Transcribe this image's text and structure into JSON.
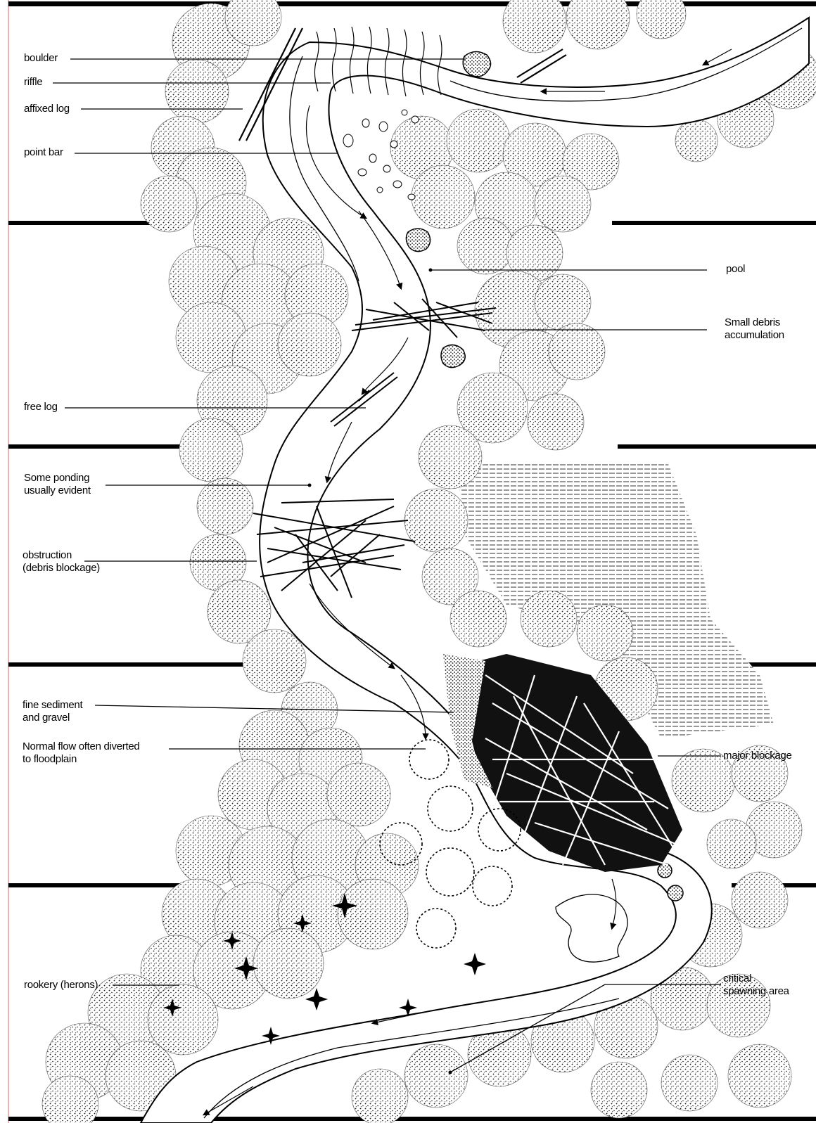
{
  "diagram": {
    "colors": {
      "ink": "#000000",
      "paper": "#ffffff",
      "foliage_stipple": "#1a1a1a",
      "margin_rule": "#e06060"
    },
    "labels": [
      {
        "id": "boulder",
        "text": "boulder"
      },
      {
        "id": "riffle",
        "text": "riffle"
      },
      {
        "id": "affixed-log",
        "text": "affixed log"
      },
      {
        "id": "point-bar",
        "text": "point bar"
      },
      {
        "id": "pool",
        "text": "pool"
      },
      {
        "id": "small-debris",
        "text": "Small debris\naccumulation"
      },
      {
        "id": "free-log",
        "text": "free log"
      },
      {
        "id": "ponding",
        "text": "Some ponding\nusually evident"
      },
      {
        "id": "obstruction",
        "text": "obstruction\n(debris blockage)"
      },
      {
        "id": "fine-sediment",
        "text": "fine sediment\nand gravel"
      },
      {
        "id": "normal-flow",
        "text": "Normal flow often diverted\nto floodplain"
      },
      {
        "id": "major-blockage",
        "text": "major blockage"
      },
      {
        "id": "rookery",
        "text": "rookery (herons)"
      },
      {
        "id": "spawning",
        "text": "critical\nspawning area"
      }
    ]
  }
}
